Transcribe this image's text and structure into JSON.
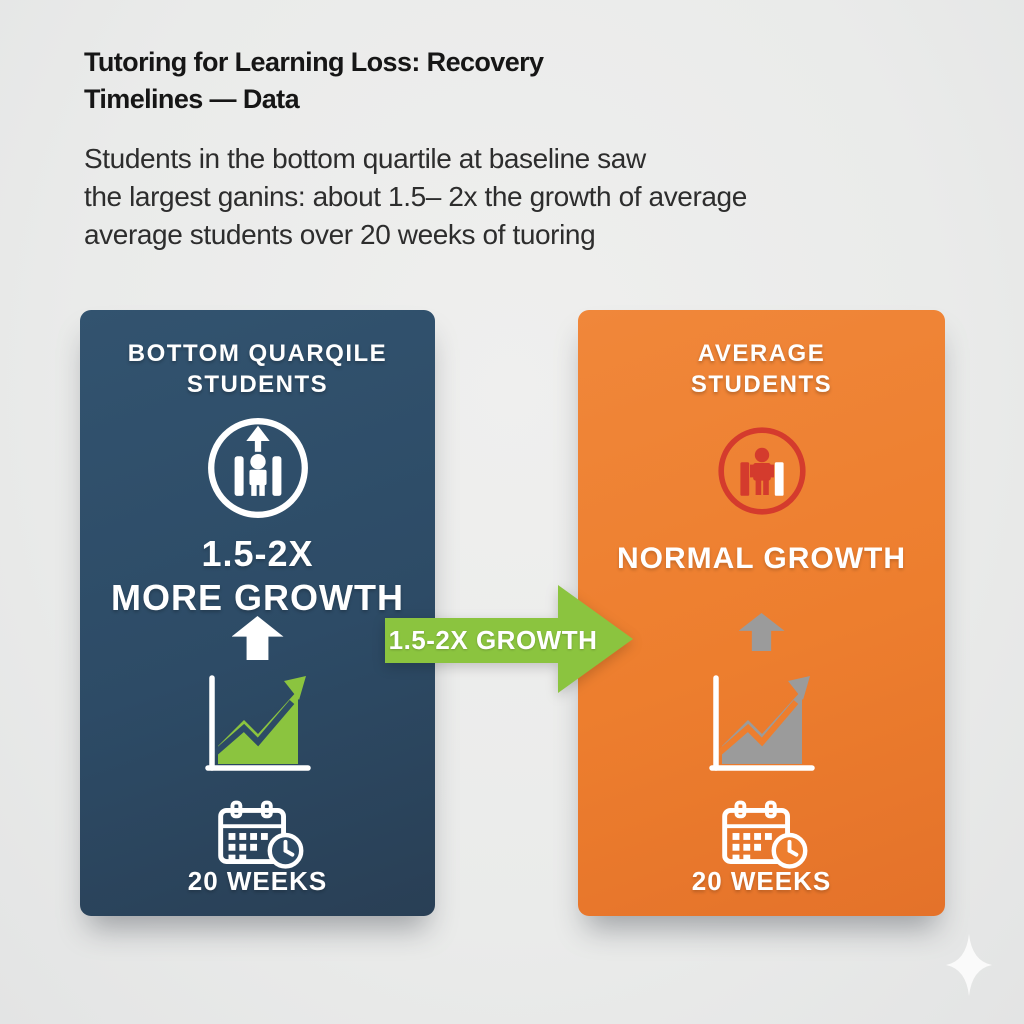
{
  "colors": {
    "navy": "#2d4b66",
    "orange": "#ed7e2e",
    "green": "#8bc43f",
    "red": "#d43b2d",
    "gray": "#9b9b9b",
    "background": "#ebecec"
  },
  "page": {
    "title": "Tutoring for Learning Loss: Recovery\nTimelines — Data",
    "subtitle": "Students in the bottom quartile at baseline saw\nthe largest ganins: about 1.5– 2x the growth of average\naverage students over 20 weeks of tuoring"
  },
  "left_panel": {
    "header": "BOTTOM QUARQILE\nSTUDENTS",
    "growth_stat": "1.5-2X\nMORE GROWTH",
    "duration": "20 WEEKS",
    "icons": {
      "circle": "student-rank-up-icon",
      "arrow": "up-arrow-icon",
      "chart": "growth-chart-icon",
      "calendar": "calendar-clock-icon"
    }
  },
  "right_panel": {
    "header": "AVERAGE\nSTUDENTS",
    "growth_stat": "NORMAL GROWTH",
    "duration": "20 WEEKS",
    "icons": {
      "circle": "average-student-icon",
      "arrow": "up-arrow-icon",
      "chart": "growth-chart-icon",
      "calendar": "calendar-clock-icon"
    }
  },
  "comparison_arrow": {
    "label": "1.5-2X GROWTH"
  },
  "decoration": {
    "sparkle": "sparkle-icon"
  }
}
